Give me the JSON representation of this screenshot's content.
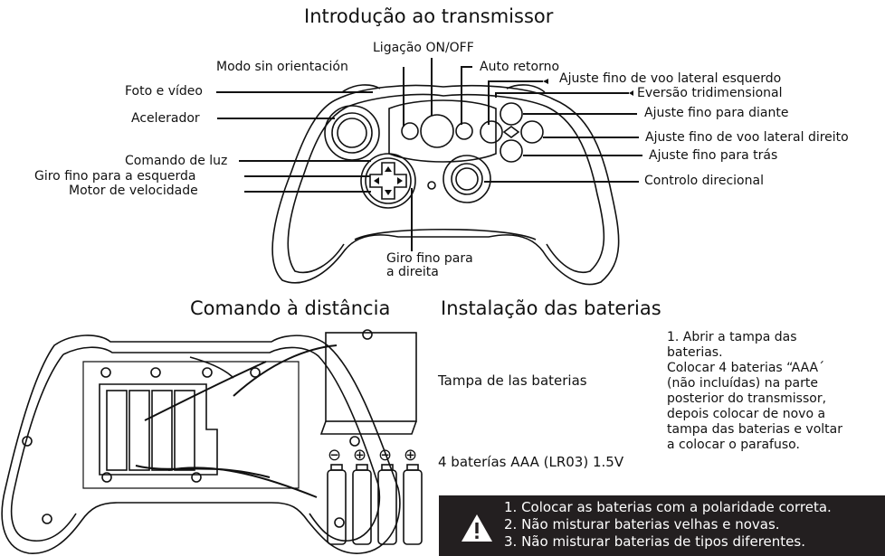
{
  "titles": {
    "transmitter": "Introdução ao transmissor",
    "remote": "Comando à distância",
    "battery_install": "Instalação das baterias"
  },
  "labels": {
    "ligacao": "Ligação ON/OFF",
    "modo": "Modo sin orientación",
    "auto": "Auto retorno",
    "ajuste_esq": "Ajuste fino de voo lateral esquerdo",
    "foto": "Foto e vídeo",
    "eversao": "Eversão tridimensional",
    "acelerador": "Acelerador",
    "ajuste_diante": "Ajuste fino para diante",
    "ajuste_dir": "Ajuste fino de voo lateral direito",
    "comando_luz": "Comando de luz",
    "ajuste_tras": "Ajuste fino para trás",
    "giro_esq": "Giro fino para a esquerda",
    "controlo": "Controlo direcional",
    "motor": "Motor de velocidade",
    "giro_dir_1": "Giro fino para",
    "giro_dir_2": "a direita"
  },
  "battery": {
    "cover_label": "Tampa de las baterias",
    "batteries_label": "4 baterías AAA (LR03) 1.5V",
    "polarity_symbols": [
      "⊖",
      "⊕",
      "⊖",
      "⊕"
    ]
  },
  "instructions": [
    "1. Abrir a tampa das",
    "baterias.",
    "Colocar 4 baterias “AAA´",
    "(não incluídas) na parte",
    "posterior do transmissor,",
    "depois colocar de novo a",
    "tampa das baterias e voltar",
    "a colocar o parafuso."
  ],
  "warnings": [
    "1. Colocar as baterias com a polaridade correta.",
    "2. Não misturar baterias velhas e novas.",
    "3. Não misturar baterias de tipos diferentes."
  ],
  "colors": {
    "warning_background": "#231f20",
    "line": "#111111"
  },
  "icons": {
    "warning": "warning-triangle-icon"
  }
}
